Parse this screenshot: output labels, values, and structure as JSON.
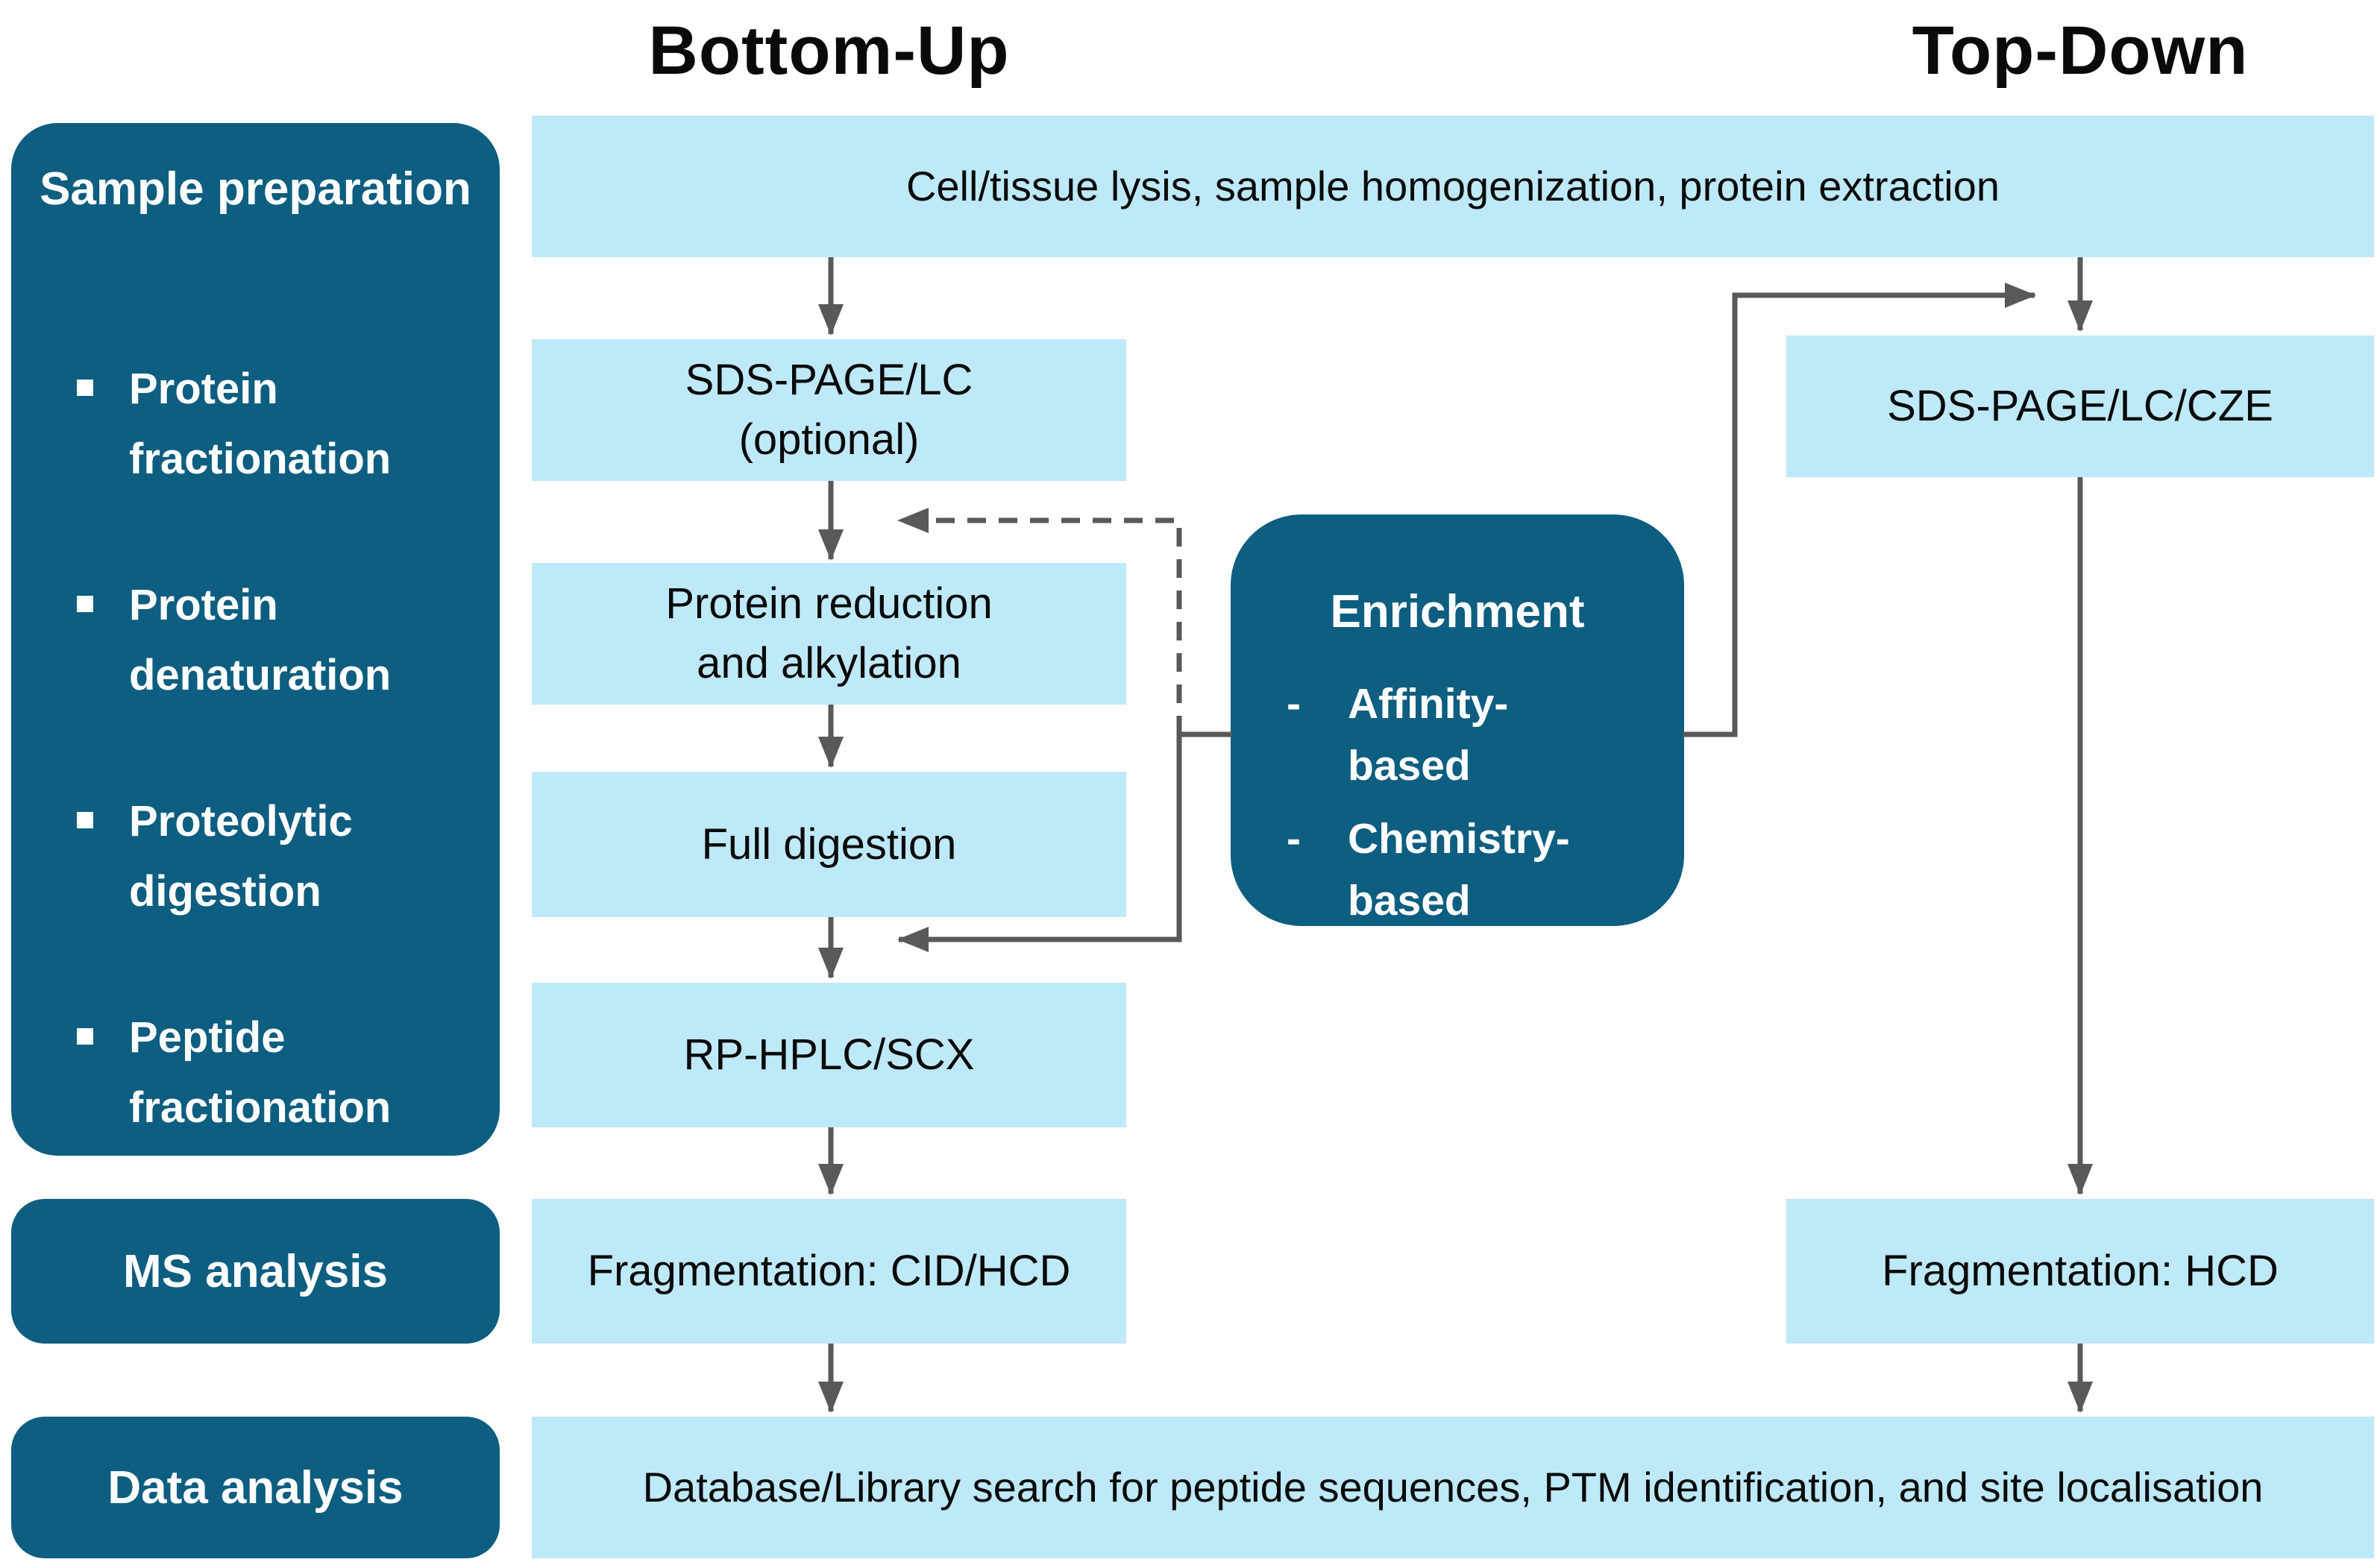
{
  "figure": {
    "headers": {
      "bottom_up": "Bottom-Up",
      "top_down": "Top-Down"
    },
    "stages": {
      "sample_preparation": {
        "title": "Sample preparation",
        "steps": [
          "Protein fractionation",
          "Protein denaturation",
          "Proteolytic digestion",
          "Peptide fractionation"
        ]
      },
      "ms_analysis": "MS analysis",
      "data_analysis": "Data analysis"
    },
    "shared_steps": {
      "top": "Cell/tissue lysis, sample homogenization, protein extraction",
      "bottom": "Database/Library search for peptide sequences, PTM identification, and site localisation"
    },
    "bottom_up_steps": [
      {
        "lines": [
          "SDS-PAGE/LC",
          "(optional)"
        ]
      },
      {
        "lines": [
          "Protein reduction",
          "and alkylation"
        ]
      },
      {
        "lines": [
          "Full digestion",
          ""
        ]
      },
      {
        "lines": [
          "RP-HPLC/SCX",
          ""
        ]
      },
      {
        "lines": [
          "Fragmentation: CID/HCD",
          ""
        ]
      }
    ],
    "top_down_steps": [
      {
        "lines": [
          "SDS-PAGE/LC/CZE"
        ]
      },
      {
        "lines": [
          "Fragmentation: HCD"
        ]
      }
    ],
    "enrichment": {
      "title": "Enrichment",
      "marker": "-",
      "items": [
        "Affinity-based",
        "Chemistry-based"
      ]
    },
    "colors": {
      "dark_teal": "#0D5E80",
      "light_blue": "#BEE9F8",
      "arrow_gray": "#58595B",
      "text_black": "#0A0A0A",
      "text_white": "#FFFFFF",
      "background": "#FFFFFF"
    }
  }
}
